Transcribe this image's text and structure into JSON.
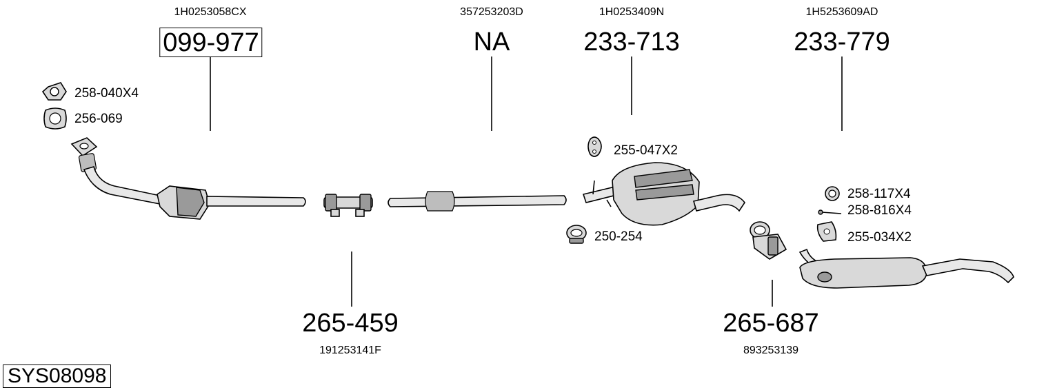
{
  "diagram": {
    "system_id": "SYS08098",
    "parts": [
      {
        "part_number": "099-977",
        "oe_number": "1H0253058CX",
        "highlighted": true
      },
      {
        "part_number": "NA",
        "oe_number": "357253203D"
      },
      {
        "part_number": "233-713",
        "oe_number": "1H0253409N"
      },
      {
        "part_number": "233-779",
        "oe_number": "1H5253609AD"
      },
      {
        "part_number": "265-459",
        "oe_number": "191253141F"
      },
      {
        "part_number": "265-687",
        "oe_number": "893253139"
      }
    ],
    "accessories": [
      {
        "label": "258-040X4",
        "icon": "hex-nut-icon"
      },
      {
        "label": "256-069",
        "icon": "gasket-icon"
      },
      {
        "label": "255-047X2",
        "icon": "rubber-mount-icon"
      },
      {
        "label": "250-254",
        "icon": "clamp-icon"
      },
      {
        "label": "258-117X4",
        "icon": "ring-icon"
      },
      {
        "label": "258-816X4",
        "icon": "bolt-icon"
      },
      {
        "label": "255-034X2",
        "icon": "hanger-icon"
      }
    ]
  }
}
